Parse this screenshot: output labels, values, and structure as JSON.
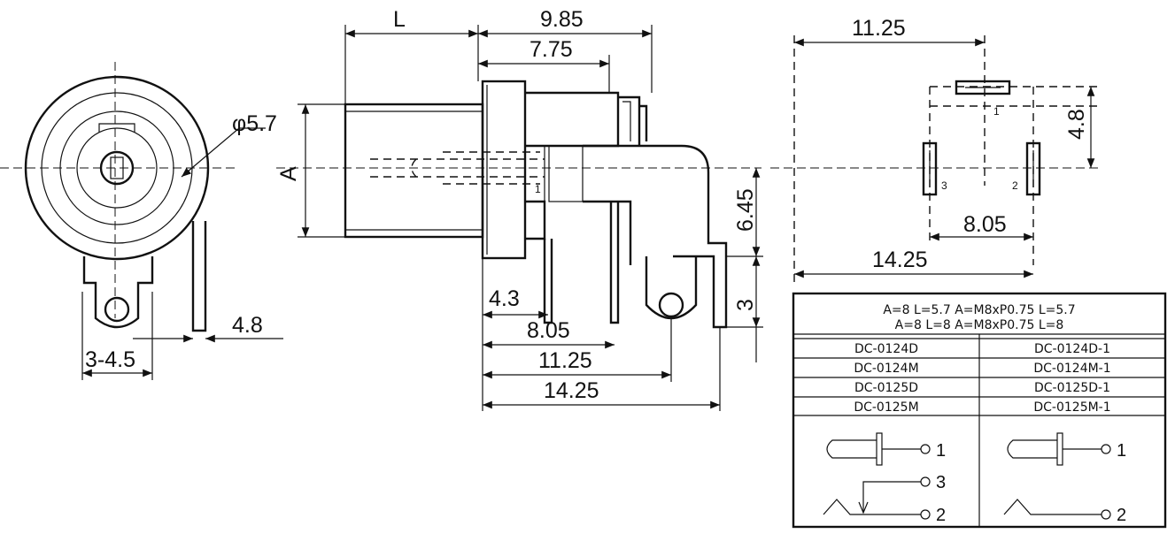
{
  "dimensions": {
    "phi": "φ5.7",
    "L": "L",
    "d985": "9.85",
    "d775": "7.75",
    "A": "A",
    "d645": "6.45",
    "d3": "3",
    "d43": "4.3",
    "d805_side": "8.05",
    "d1125_side": "11.25",
    "d1425_side": "14.25",
    "d48_front": "4.8",
    "d345": "3-4.5",
    "d1125_pcb": "11.25",
    "d48_pcb": "4.8",
    "d805_pcb": "8.05",
    "d1425_pcb": "14.25"
  },
  "pins": {
    "p1": "1",
    "p2": "2",
    "p3": "3"
  },
  "table": {
    "header1": "A=8 L=5.7 A=M8xP0.75 L=5.7",
    "header2": "A=8 L=8 A=M8xP0.75 L=8",
    "rows": [
      {
        "left": "DC-0124D",
        "right": "DC-0124D-1"
      },
      {
        "left": "DC-0124M",
        "right": "DC-0124M-1"
      },
      {
        "left": "DC-0125D",
        "right": "DC-0125D-1"
      },
      {
        "left": "DC-0125M",
        "right": "DC-0125M-1"
      }
    ],
    "schem_left": {
      "pin1": "1",
      "pin3": "3",
      "pin2": "2"
    },
    "schem_right": {
      "pin1": "1",
      "pin2": "2"
    }
  }
}
